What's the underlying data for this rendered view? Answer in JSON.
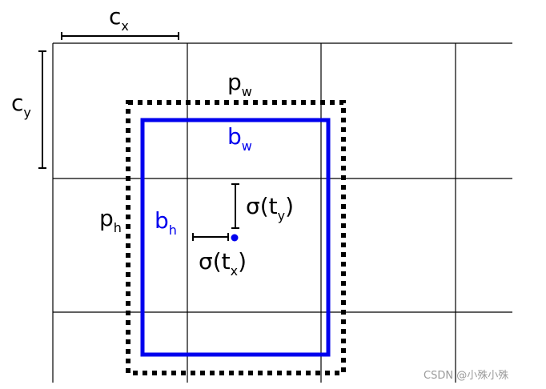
{
  "labels": {
    "cx": {
      "base": "c",
      "sub": "x"
    },
    "cy": {
      "base": "c",
      "sub": "y"
    },
    "pw": {
      "base": "p",
      "sub": "w"
    },
    "ph": {
      "base": "p",
      "sub": "h"
    },
    "bw": {
      "base": "b",
      "sub": "w"
    },
    "bh": {
      "base": "b",
      "sub": "h"
    },
    "sty": {
      "pre": "σ(t",
      "sub": "y",
      "post": ")"
    },
    "stx": {
      "pre": "σ(t",
      "sub": "x",
      "post": ")"
    }
  },
  "watermark": "CSDN @小殊小殊",
  "colors": {
    "line": "#000000",
    "prior_box": "#000000",
    "predicted_box": "#0000ee",
    "center_point": "#0000ee",
    "watermark": "#9a9a9a"
  }
}
